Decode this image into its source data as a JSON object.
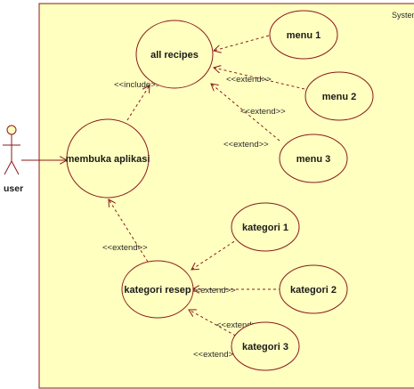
{
  "system": {
    "label": "System"
  },
  "actor": {
    "label": "user"
  },
  "use_cases": {
    "membuka_aplikasi": "membuka aplikasi",
    "all_recipes": "all recipes",
    "menu_1": "menu 1",
    "menu_2": "menu 2",
    "menu_3": "menu 3",
    "kategori_resep": "kategori resep",
    "kategori_1": "kategori 1",
    "kategori_2": "kategori 2",
    "kategori_3": "kategori 3"
  },
  "relations": {
    "include": "<<include>>",
    "extend_menu2": "<<extend>>",
    "extend_menu3a": "<<extend>>",
    "extend_menu3b": "<<extend>>",
    "extend_kategori": "<<extend>>",
    "extend_kategori2": "<<extend>>",
    "extend_kategori3a": "<<extend>>",
    "extend_kategori3b": "<<extend>>"
  },
  "colors": {
    "system_fill": "#ffffc0",
    "ellipse_fill": "#ffffc0",
    "stroke": "#8b1a1a",
    "actor_head": "#ffffc0"
  }
}
